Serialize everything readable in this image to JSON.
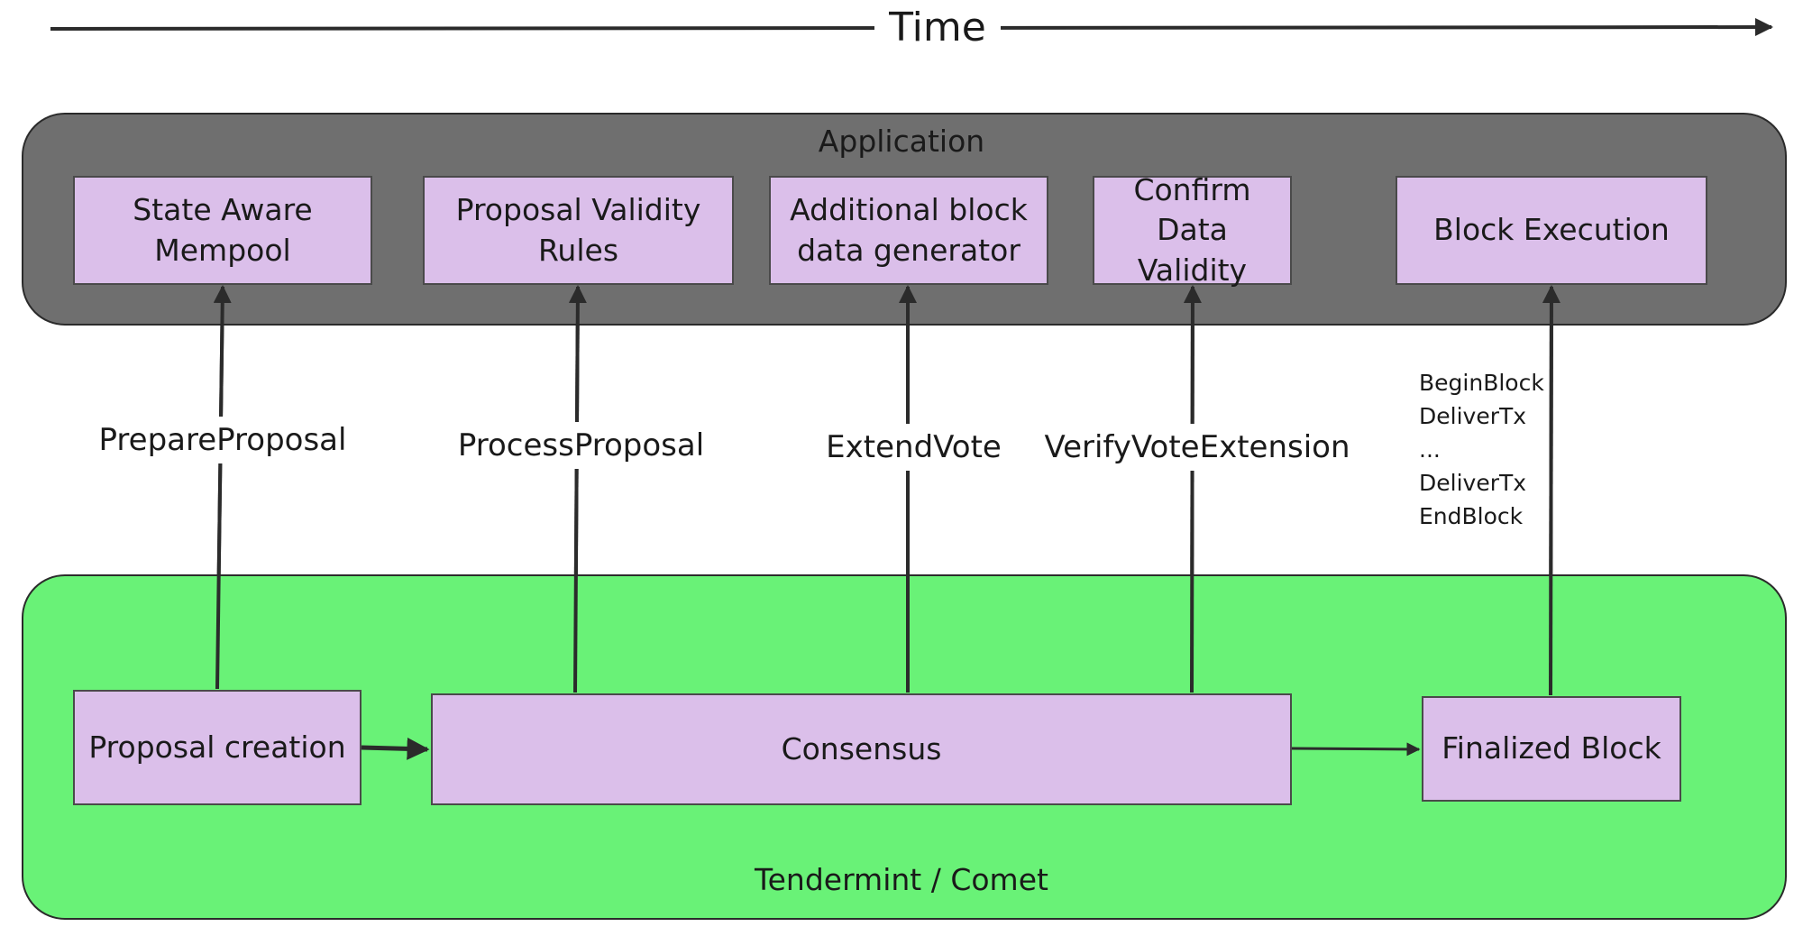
{
  "timeline": {
    "label": "Time"
  },
  "application_layer": {
    "title": "Application",
    "boxes": [
      {
        "id": "state-aware-mempool",
        "label": "State Aware\nMempool"
      },
      {
        "id": "proposal-validity-rules",
        "label": "Proposal Validity\nRules"
      },
      {
        "id": "additional-block-data-generator",
        "label": "Additional block\ndata generator"
      },
      {
        "id": "confirm-data-validity",
        "label": "Confirm Data\nValidity"
      },
      {
        "id": "block-execution",
        "label": "Block Execution"
      }
    ]
  },
  "consensus_layer": {
    "title": "Tendermint / Comet",
    "boxes": [
      {
        "id": "proposal-creation",
        "label": "Proposal creation"
      },
      {
        "id": "consensus",
        "label": "Consensus"
      },
      {
        "id": "finalized-block",
        "label": "Finalized Block"
      }
    ]
  },
  "abci_calls": [
    {
      "id": "prepare-proposal",
      "label": "PrepareProposal"
    },
    {
      "id": "process-proposal",
      "label": "ProcessProposal"
    },
    {
      "id": "extend-vote",
      "label": "ExtendVote"
    },
    {
      "id": "verify-vote-extension",
      "label": "VerifyVoteExtension"
    }
  ],
  "finalize_calls": [
    "BeginBlock",
    "DeliverTx",
    "...",
    "DeliverTx",
    "EndBlock"
  ],
  "colors": {
    "application_layer": "#6f6f6f",
    "consensus_layer": "#69f277",
    "box_fill": "#dbbfea",
    "arrow": "#2b2b2b"
  }
}
